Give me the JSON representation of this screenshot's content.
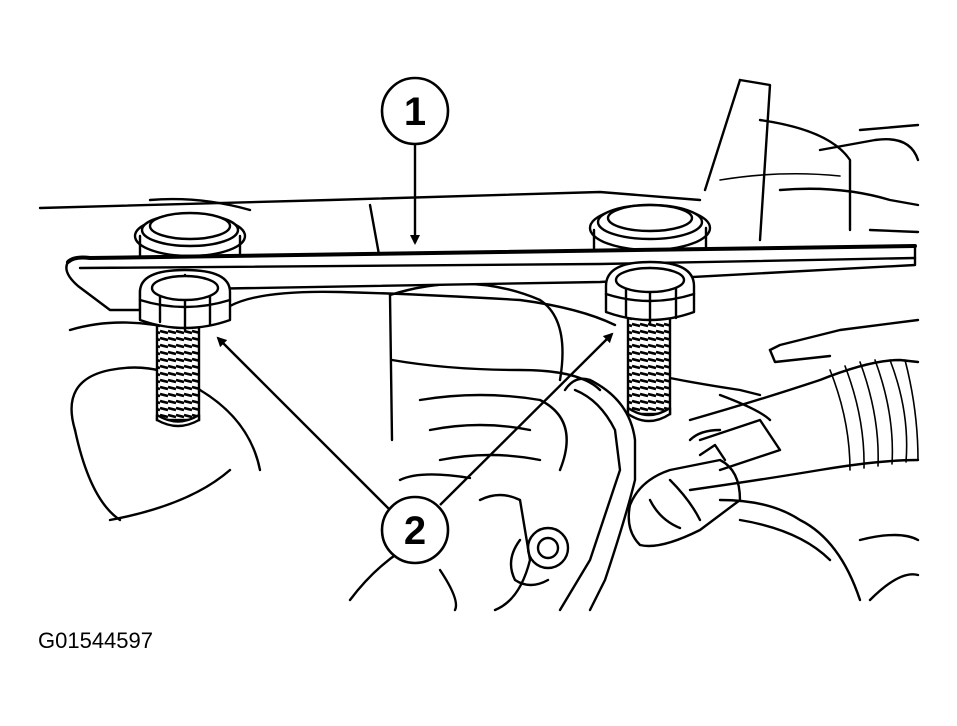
{
  "figure_id": "G01544597",
  "callouts": [
    {
      "number": "1"
    },
    {
      "number": "2"
    }
  ]
}
